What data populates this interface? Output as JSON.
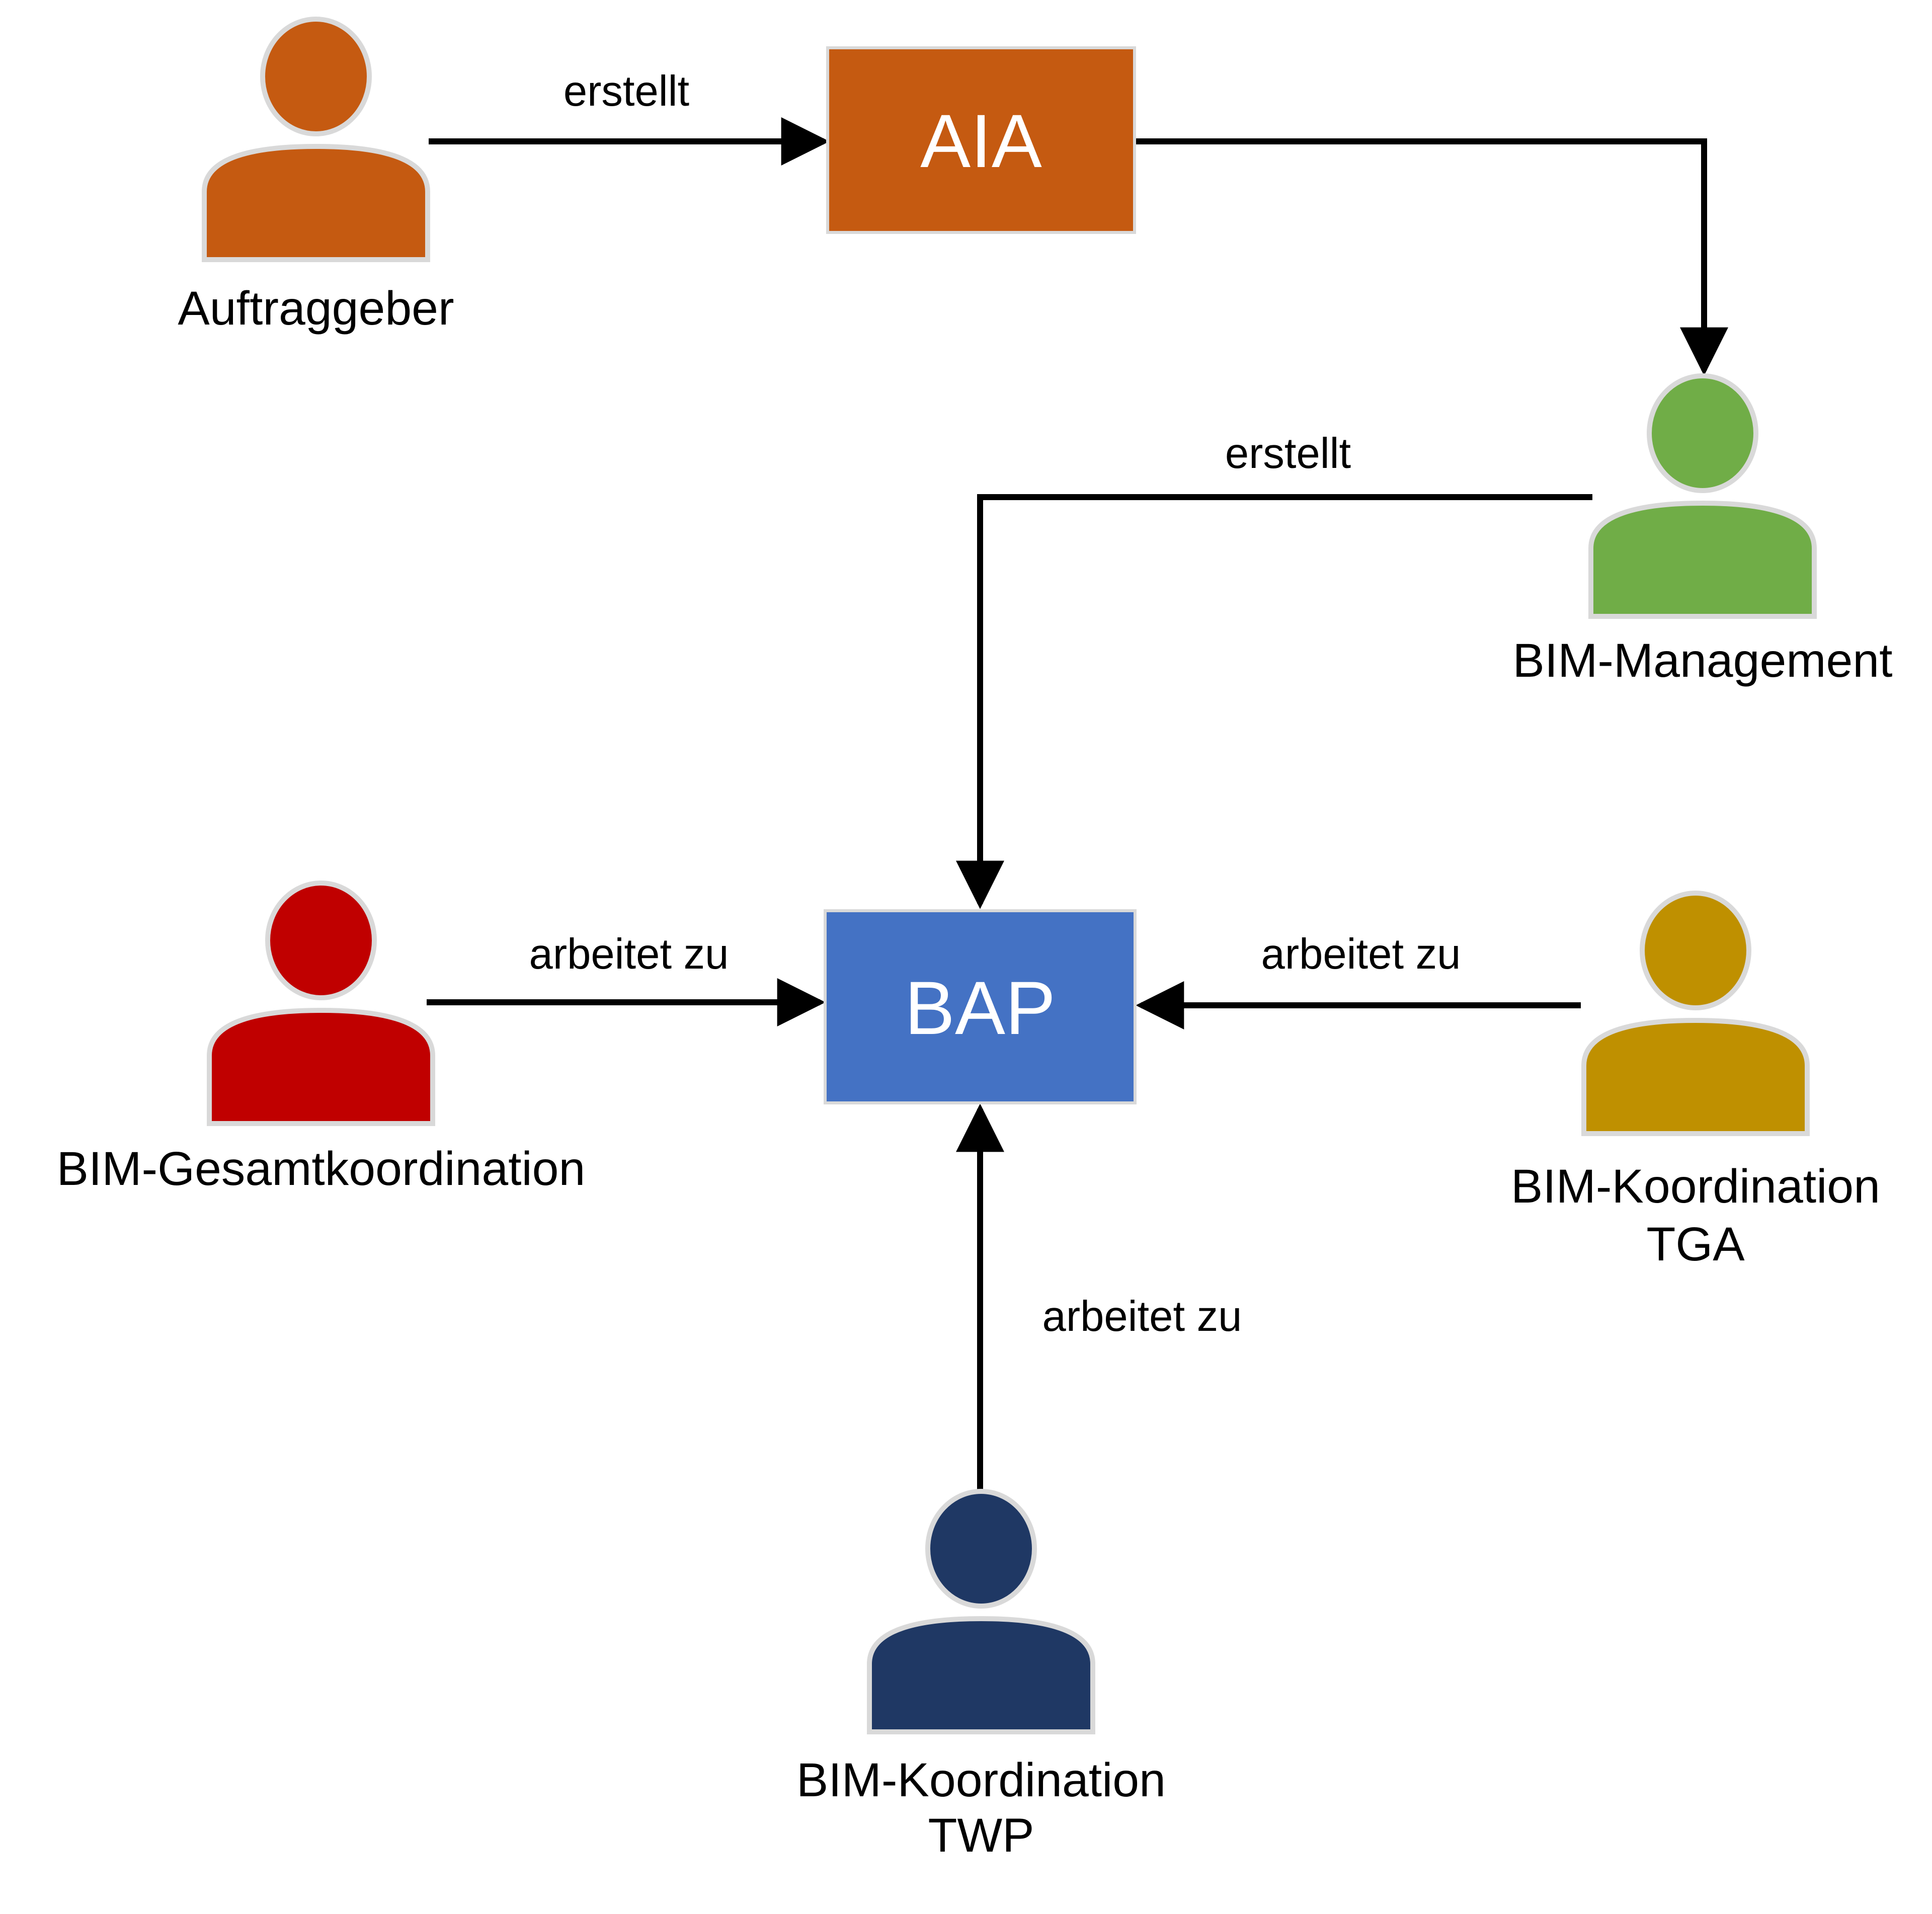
{
  "colors": {
    "orange": "#C55A11",
    "green": "#70AD47",
    "red": "#C00000",
    "gold": "#BF9000",
    "navy": "#1F3864",
    "blue": "#4472C4",
    "arrow": "#000000",
    "person_outline": "#D9D9D9",
    "box_border": "#D9D9D9",
    "box_text": "#FFFFFF",
    "label_text": "#000000"
  },
  "nodes": {
    "auftraggeber": {
      "label": "Auftraggeber"
    },
    "aia": {
      "label": "AIA"
    },
    "bim_management": {
      "label": "BIM-Management"
    },
    "bap": {
      "label": "BAP"
    },
    "bim_gesamtkoordination": {
      "label": "BIM-Gesamtkoordination"
    },
    "bim_koordination_tga": {
      "line1": "BIM-Koordination",
      "line2": "TGA"
    },
    "bim_koordination_twp": {
      "line1": "BIM-Koordination",
      "line2": "TWP"
    }
  },
  "edges": {
    "auftraggeber_aia": {
      "label": "erstellt"
    },
    "bim_management_bap": {
      "label": "erstellt"
    },
    "gesamtkoordination_bap": {
      "label": "arbeitet zu"
    },
    "tga_bap": {
      "label": "arbeitet zu"
    },
    "twp_bap": {
      "label": "arbeitet zu"
    }
  }
}
